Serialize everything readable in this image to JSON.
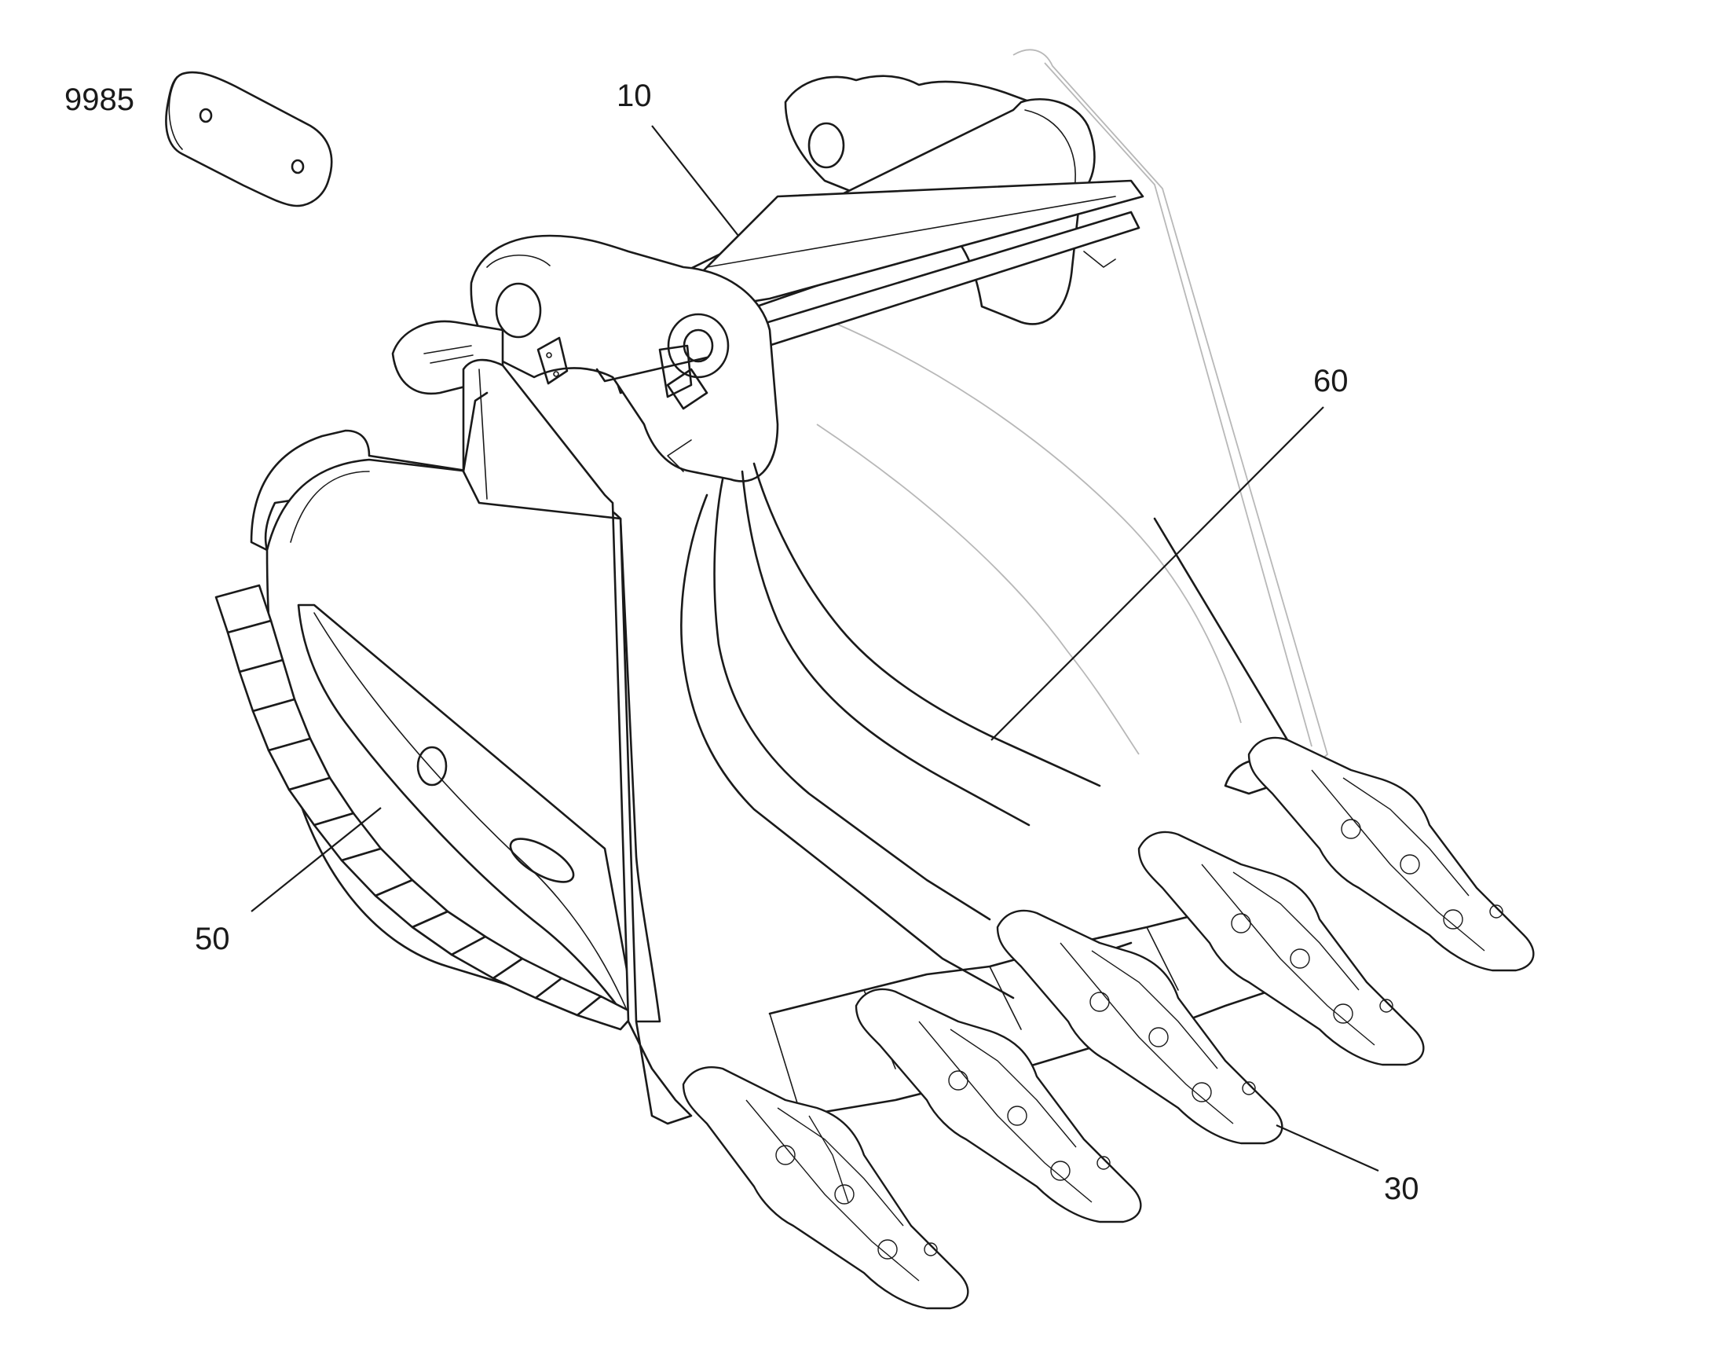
{
  "callouts": {
    "c9985": "9985",
    "c10": "10",
    "c60": "60",
    "c50": "50",
    "c30": "30"
  }
}
